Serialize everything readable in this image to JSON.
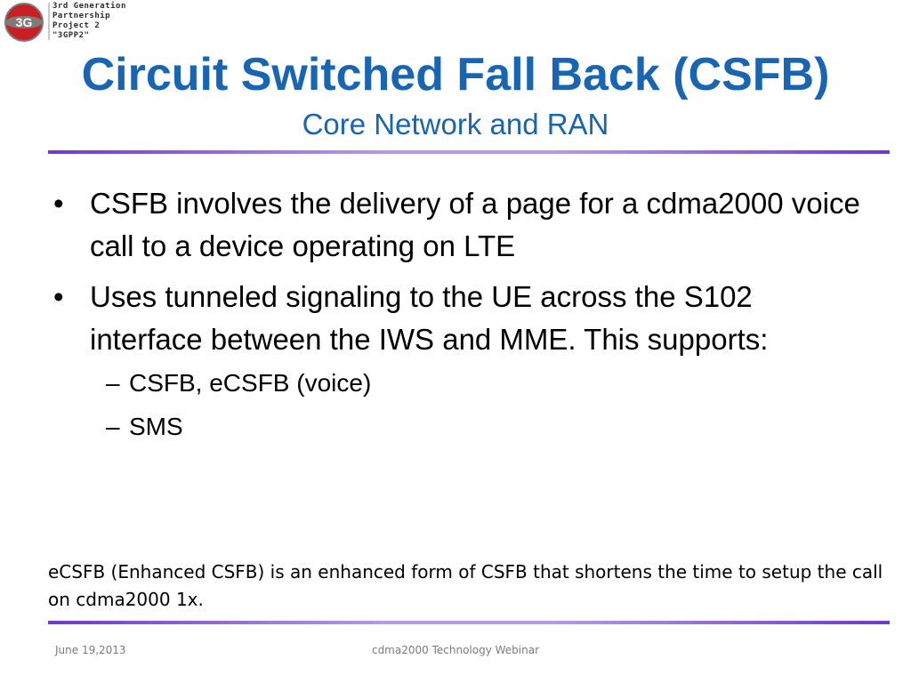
{
  "logo": {
    "badge_text": "3G",
    "lines": [
      "3rd Generation",
      "Partnership",
      "Project 2",
      "\"3GPP2\""
    ],
    "colors": {
      "badge_red": "#c91f24",
      "badge_ring": "#7b7b7b"
    }
  },
  "slide": {
    "title": "Circuit Switched Fall Back (CSFB)",
    "subtitle": "Core Network and RAN",
    "bullets": [
      {
        "text": "CSFB involves the delivery of a page for a cdma2000 voice call to a device operating on LTE"
      },
      {
        "text": "Uses tunneled signaling to the UE across the S102 interface between the IWS and MME.  This supports:",
        "sub": [
          "CSFB, eCSFB (voice)",
          "SMS"
        ]
      }
    ],
    "bullet_symbol": "•",
    "sub_symbol": "–",
    "note": "eCSFB (Enhanced CSFB) is an enhanced form of CSFB that shortens the time to setup the call on cdma2000 1x."
  },
  "footer": {
    "date": "June 19,2013",
    "center": "cdma2000 Technology Webinar"
  },
  "colors": {
    "title_blue": "#1765b3",
    "rule_purple": "#6d3bc6"
  }
}
